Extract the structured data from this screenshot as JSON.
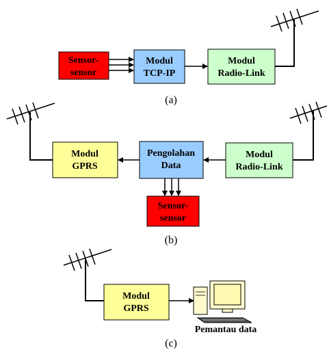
{
  "colors": {
    "sensor": "#ff0000",
    "sensor_text": "#000000",
    "tcpip": "#99ccff",
    "radio": "#ccffcc",
    "gprs": "#ffff99",
    "pengolahan": "#99ccff",
    "line": "#000000"
  },
  "panel_a": {
    "sensor": [
      "Sensor-",
      "sensor"
    ],
    "tcpip": [
      "Modul",
      "TCP-IP"
    ],
    "radio": [
      "Modul",
      "Radio-Link"
    ],
    "caption": "(a)"
  },
  "panel_b": {
    "gprs": [
      "Modul",
      "GPRS"
    ],
    "pengolahan": [
      "Pengolahan",
      "Data"
    ],
    "radio": [
      "Modul",
      "Radio-Link"
    ],
    "sensor": [
      "Sensor-",
      "sensor"
    ],
    "caption": "(b)"
  },
  "panel_c": {
    "gprs": [
      "Modul",
      "GPRS"
    ],
    "monitor_label": "Pemantau data",
    "caption": "(c)"
  },
  "icons": [
    "antenna-icon",
    "computer-icon"
  ]
}
